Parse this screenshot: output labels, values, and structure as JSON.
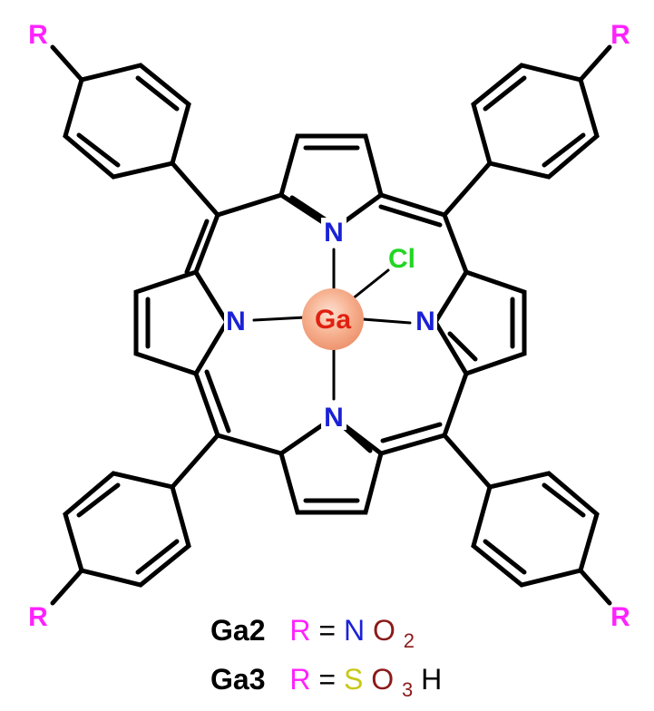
{
  "molecule": {
    "metal_label": "Ga",
    "axial_ligand_label": "Cl",
    "nitrogen_label": "N",
    "substituent_label": "R"
  },
  "legend": {
    "row1": {
      "compound": "Ga2",
      "r": "R",
      "eq": " = ",
      "n": "N",
      "o": "O",
      "sub": "2"
    },
    "row2": {
      "compound": "Ga3",
      "r": "R",
      "eq": "= ",
      "s": "S",
      "o": "O",
      "sub": "3",
      "h": "H"
    }
  },
  "colors": {
    "bond": "#000000",
    "nitrogen": "#1a22d6",
    "metal_text": "#e02010",
    "metal_glow": "#f4a582",
    "chlorine": "#22d622",
    "substituent": "#ff22ff",
    "sulfur": "#c8c81a",
    "oxygen": "#8b1a1a"
  }
}
